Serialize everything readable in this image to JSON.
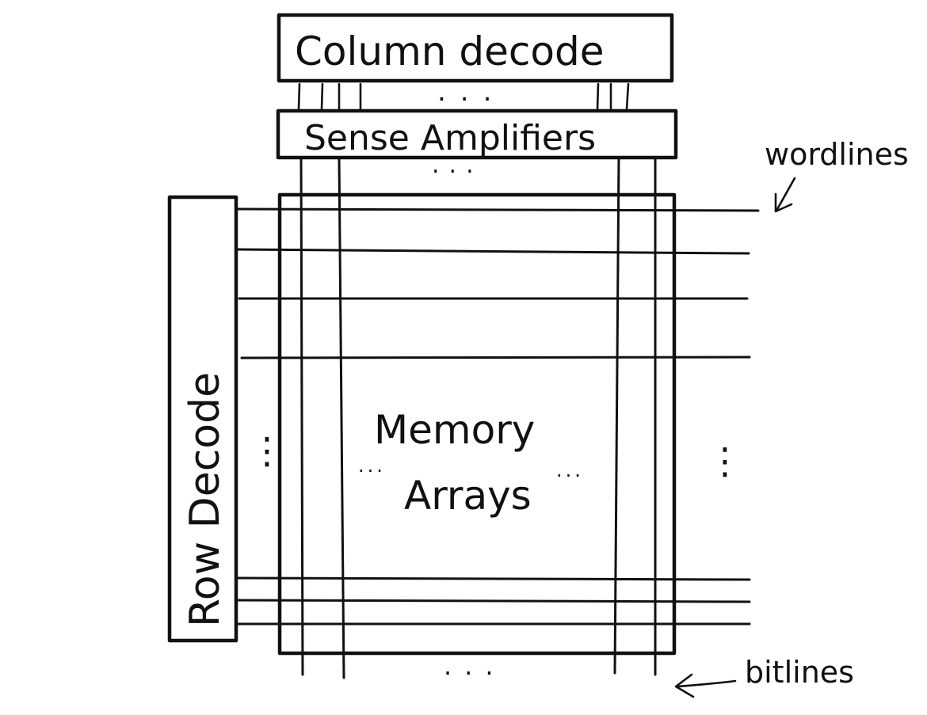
{
  "labels": {
    "column_decode": "Column decode",
    "sense_amplifiers": "Sense Amplifiers",
    "row_decode": "Row Decode",
    "memory": "Memory",
    "arrays": "Arrays",
    "wordlines": "wordlines",
    "bitlines": "bitlines"
  },
  "ellipsis": {
    "horizontal": "...",
    "vertical": "⋮"
  }
}
